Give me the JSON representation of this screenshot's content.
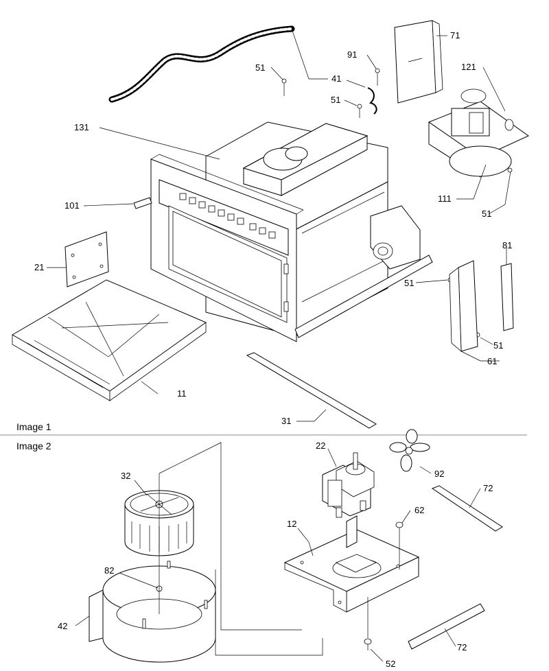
{
  "sections": {
    "image1": "Image 1",
    "image2": "Image 2"
  },
  "callouts1": {
    "c131": "131",
    "c51a": "51",
    "c91": "91",
    "c41": "41",
    "c51b": "51",
    "c71": "71",
    "c121": "121",
    "c101": "101",
    "c111": "111",
    "c51c": "51",
    "c81": "81",
    "c21": "21",
    "c51d": "51",
    "c51e": "51",
    "c61": "61",
    "c11": "11",
    "c31": "31"
  },
  "callouts2": {
    "c22": "22",
    "c92": "92",
    "c32": "32",
    "c72a": "72",
    "c62": "62",
    "c12": "12",
    "c82": "82",
    "c42": "42",
    "c72b": "72",
    "c52": "52"
  },
  "colors": {
    "ink": "#000000",
    "paper": "#ffffff",
    "rule": "#888888"
  }
}
